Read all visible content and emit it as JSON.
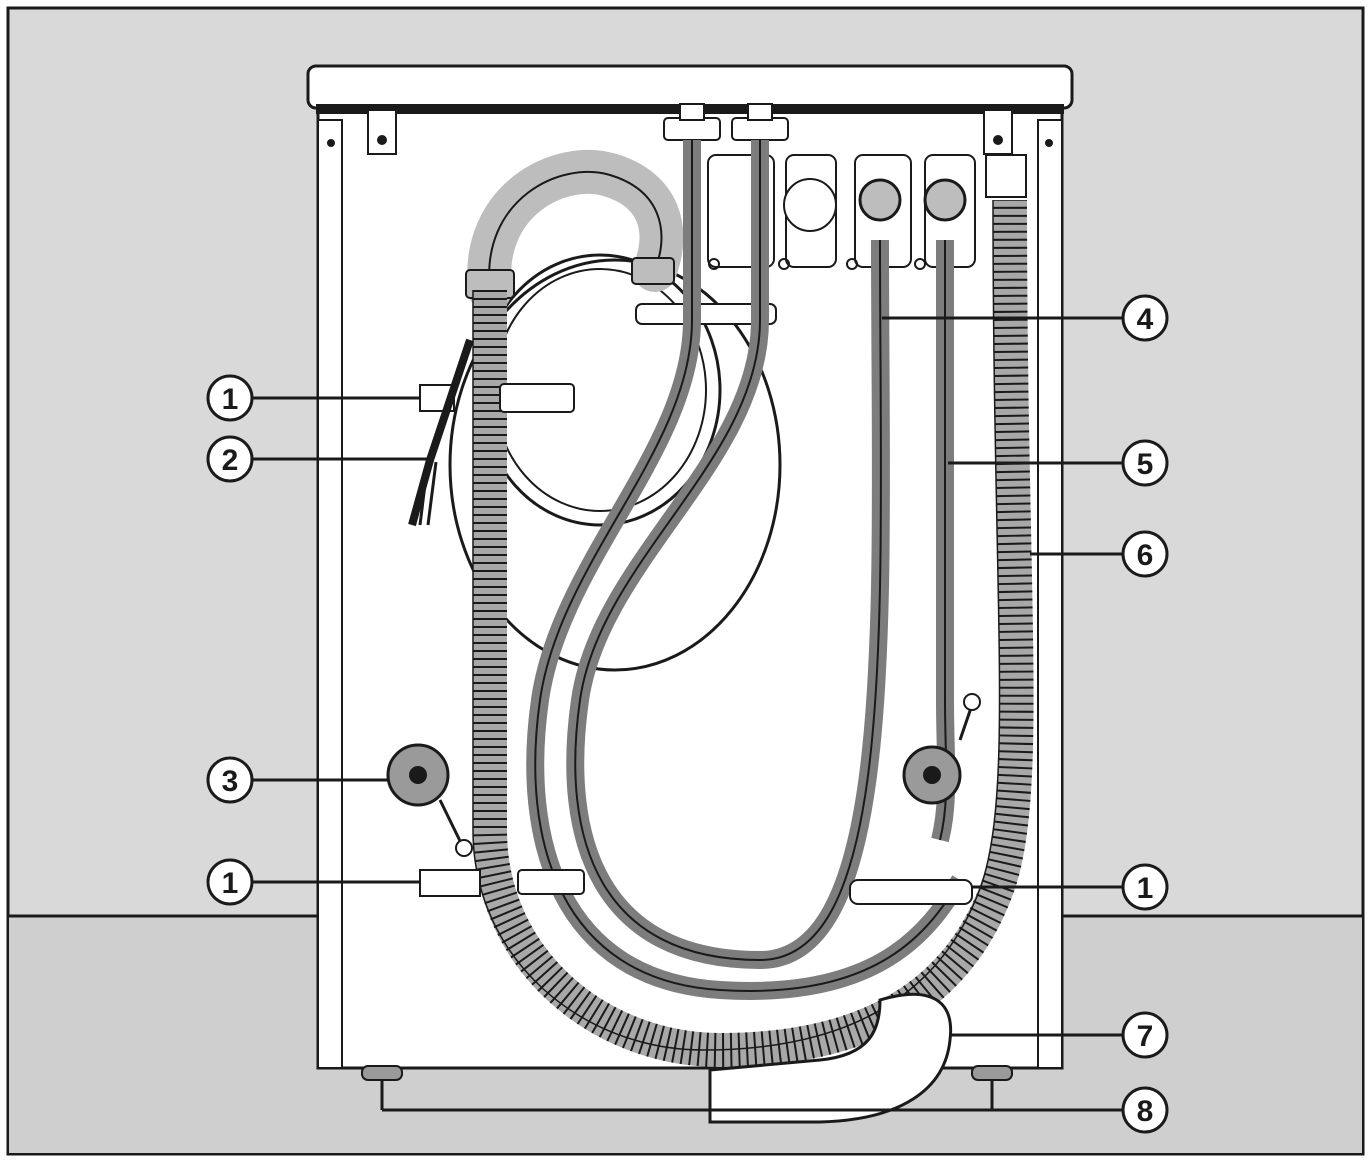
{
  "diagram": {
    "colors": {
      "background_wall": "#d9d9d9",
      "floor": "#cfcfcf",
      "outline": "#1a1a1a",
      "hose_light": "#bdbdbd",
      "hose_dark": "#7d7d7d",
      "cabinet": "#ffffff"
    },
    "callouts": [
      {
        "id": "c1a",
        "label": "1"
      },
      {
        "id": "c2",
        "label": "2"
      },
      {
        "id": "c3",
        "label": "3"
      },
      {
        "id": "c1b",
        "label": "1"
      },
      {
        "id": "c4",
        "label": "4"
      },
      {
        "id": "c5",
        "label": "5"
      },
      {
        "id": "c6",
        "label": "6"
      },
      {
        "id": "c1c",
        "label": "1"
      },
      {
        "id": "c7",
        "label": "7"
      },
      {
        "id": "c8",
        "label": "8"
      }
    ]
  }
}
